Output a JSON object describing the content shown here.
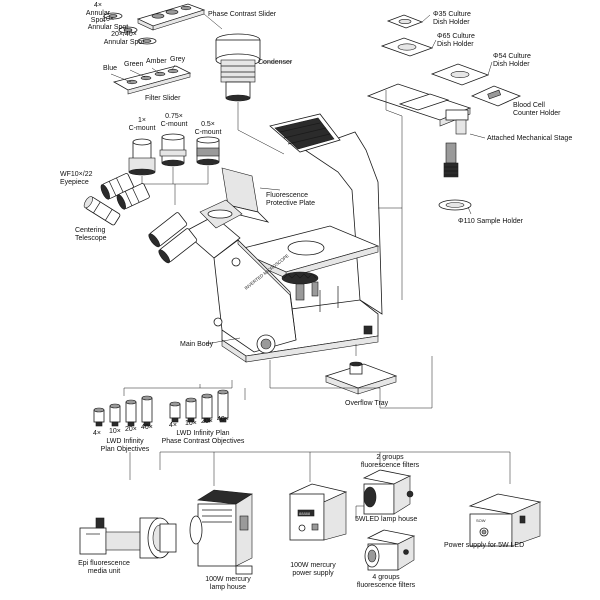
{
  "labels": {
    "spot_4x": "4×\nAnnular Spot",
    "spot_10x": "10×\nAnnular Spot",
    "spot_20_40x": "20×/40×\nAnnular Spot",
    "phase_slider": "Phase Contrast Slider",
    "blue": "Blue",
    "green": "Green",
    "amber": "Amber",
    "grey": "Grey",
    "filter_slider": "Filter Slider",
    "condenser": "Condenser",
    "cmount_1x": "1×\nC-mount",
    "cmount_075x": "0.75×\nC-mount",
    "cmount_05x": "0.5×\nC-mount",
    "eyepiece": "WF10×/22\nEyepiece",
    "centering_telescope": "Centering\nTelescope",
    "fluor_plate": "Fluorescence\nProtective Plate",
    "main_body": "Main Body",
    "dish35": "Φ35 Culture\nDish Holder",
    "dish65": "Φ65 Culture\nDish Holder",
    "dish54": "Φ54 Culture\nDish Holder",
    "blood_cell": "Blood Cell\nCounter Holder",
    "mech_stage": "Attached Mechanical Stage",
    "sample_holder": "Φ110 Sample Holder",
    "overflow_tray": "Overflow Tray",
    "lwd_mags": [
      "4×",
      "10×",
      "20×",
      "40×"
    ],
    "lwd_plan": "LWD Infinity\nPlan Objectives",
    "phase_mags": [
      "4×",
      "10×",
      "20×",
      "40×"
    ],
    "lwd_phase": "LWD Infinity Plan\nPhase Contrast Objectives",
    "groups2": "2 groups\nfluorescence filters",
    "led_house": "5WLED lamp house",
    "groups4": "4 groups\nfluorescence filters",
    "power_5w": "Power supply for 5W LED",
    "epi_unit": "Epi fluorescence\nmedia unit",
    "mercury_house": "100W mercury\nlamp house",
    "mercury_power": "100W mercury\npower supply",
    "body_brand": "INVERTED MICROSCOPE",
    "power_display": "88888",
    "power_brand": "SOW"
  },
  "colors": {
    "line": "#1a1a1a",
    "shade": "#8a8a8a",
    "dark": "#2b2b2b",
    "light": "#e8e8e8"
  }
}
